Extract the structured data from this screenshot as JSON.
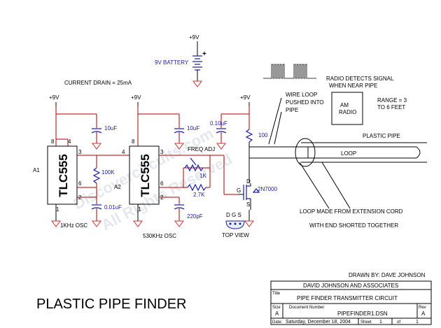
{
  "title": "PLASTIC PIPE FINDER",
  "battery": {
    "label": "9V BATTERY",
    "supply": "+9V",
    "plus": "+"
  },
  "current_drain": "CURRENT DRAIN = 25mA",
  "supply_label": "+9V",
  "chips": [
    {
      "name": "TLC555",
      "ref": "A1",
      "osc": "1KHz OSC"
    },
    {
      "name": "TLC555",
      "ref": "A2",
      "osc": "530KHz OSC"
    }
  ],
  "pins": {
    "p8": "8",
    "p4": "4",
    "p3": "3",
    "p6": "6",
    "p2": "2",
    "p1": "1"
  },
  "components": {
    "c_10uf": "10uF",
    "c_010uf": "0.10uF",
    "c_001uf": "0.01uF",
    "c_220pf": "220pF",
    "r_100k": "100K",
    "r_1k": "1K",
    "r_27k": "2.7K",
    "r_100": "100",
    "freq_adj": "FREQ ADJ",
    "transistor": "2N7000",
    "pin_g": "G",
    "pin_d": "D",
    "pin_s": "S",
    "dgs": "D G S",
    "top_view": "TOP VIEW"
  },
  "annotations": {
    "radio_detects": [
      "RADIO DETECTS SIGNAL",
      "WHEN NEAR PIPE"
    ],
    "am_radio": [
      "AM",
      "RADIO"
    ],
    "range": [
      "RANGE = 3",
      "TO 6 FEET"
    ],
    "wire_loop": [
      "WIRE LOOP",
      "PUSHED INTO",
      "PIPE"
    ],
    "plastic_pipe": "PLASTIC PIPE",
    "loop": "LOOP",
    "loop_made": "LOOP MADE FROM EXTENSION CORD",
    "end_shorted": "WITH END SHORTED TOGETHER"
  },
  "watermark": [
    "Discovercircuits.com",
    "All Rights Reserved"
  ],
  "title_block": {
    "drawn_by": "DRAWN BY:  DAVE JOHNSON",
    "company": "DAVID JOHNSON AND ASSOCIATES",
    "title_label": "Title",
    "title_value": "PIPE FINDER TRANSMITTER CIRCUIT",
    "size_label": "Size",
    "size_value": "A",
    "doc_label": "Document Number",
    "doc_value": "PIPEFINDER1.DSN",
    "rev_label": "Rev",
    "rev_value": "A",
    "date_label": "Date:",
    "date_value": "Saturday, December 18, 2004",
    "sheet_label": "Sheet",
    "sheet_value": "1",
    "of_label": "of",
    "of_value": "1"
  }
}
